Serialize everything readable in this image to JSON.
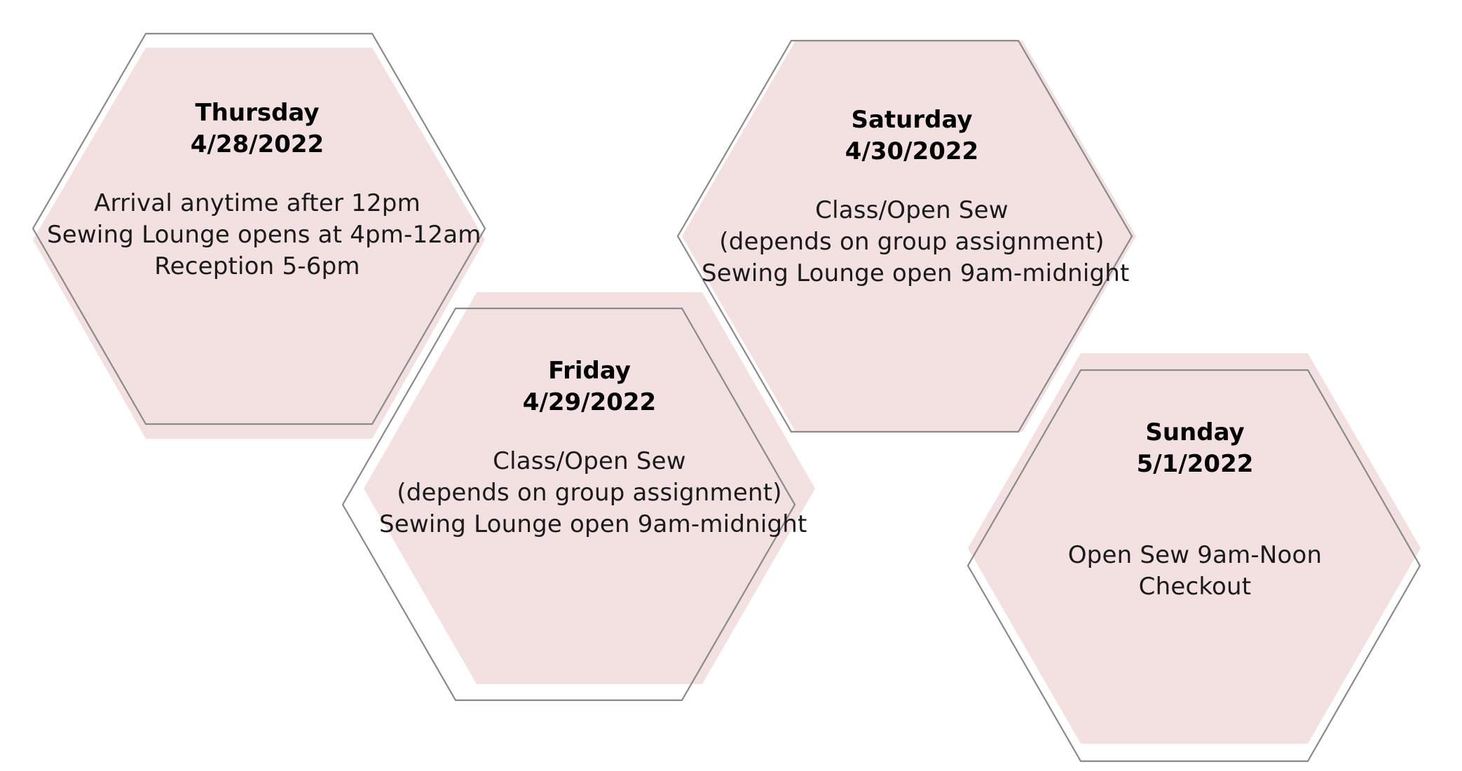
{
  "colors": {
    "hex_fill": "#f3e1e2",
    "hex_outline": "#8a8a8a",
    "background": "#ffffff"
  },
  "days": [
    {
      "day": "Thursday",
      "date": "4/28/2022",
      "lines": [
        "Arrival anytime after 12pm",
        "Sewing Lounge opens at 4pm-12am",
        "Reception 5-6pm"
      ]
    },
    {
      "day": "Friday",
      "date": "4/29/2022",
      "lines": [
        "Class/Open Sew",
        "(depends on group assignment)",
        "Sewing Lounge open 9am-midnight"
      ]
    },
    {
      "day": "Saturday",
      "date": "4/30/2022",
      "lines": [
        "Class/Open Sew",
        "(depends on group assignment)",
        "Sewing Lounge open 9am-midnight"
      ]
    },
    {
      "day": "Sunday",
      "date": "5/1/2022",
      "lines": [
        "Open Sew 9am-Noon",
        "Checkout"
      ]
    }
  ]
}
